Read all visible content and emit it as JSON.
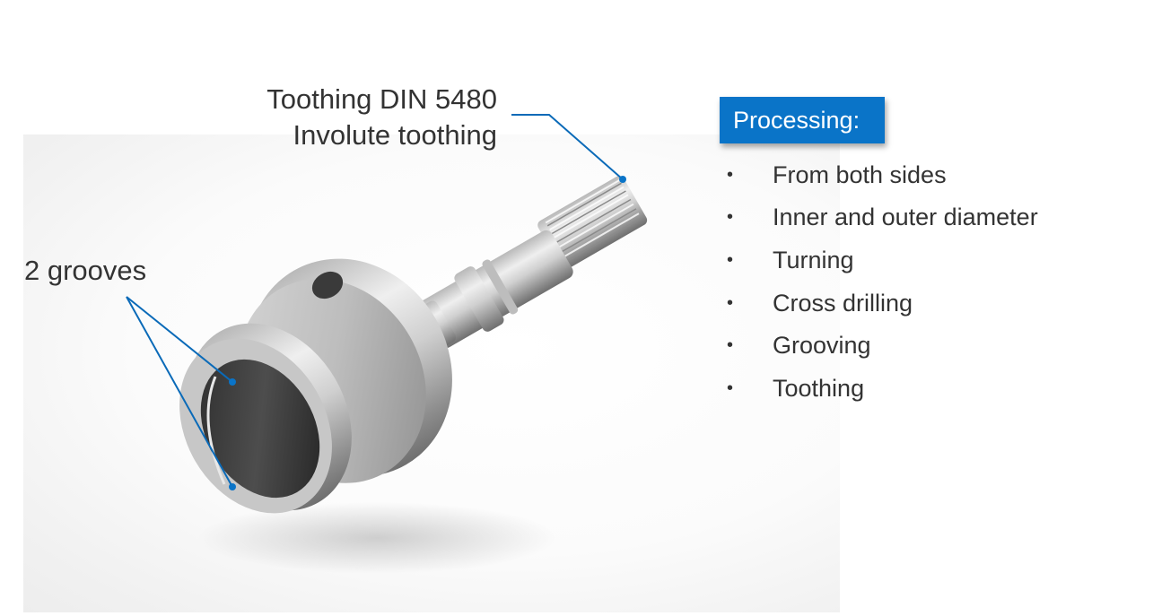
{
  "slide": {
    "image_alt": "Rendered 3D steel shaft part with toothed end, flanged body with cross-drilled hole, and bore with grooves",
    "colors": {
      "accent_blue": "#0a74c8",
      "text": "#333333",
      "callout_line": "#0a6ab8"
    }
  },
  "callouts": {
    "toothing": {
      "line1": "Toothing DIN 5480",
      "line2": "Involute toothing"
    },
    "grooves": {
      "label": "2 grooves"
    }
  },
  "processing": {
    "title": "Processing:",
    "bullet": "•",
    "items": [
      "From both sides",
      "Inner and outer diameter",
      "Turning",
      "Cross drilling",
      "Grooving",
      "Toothing"
    ]
  }
}
